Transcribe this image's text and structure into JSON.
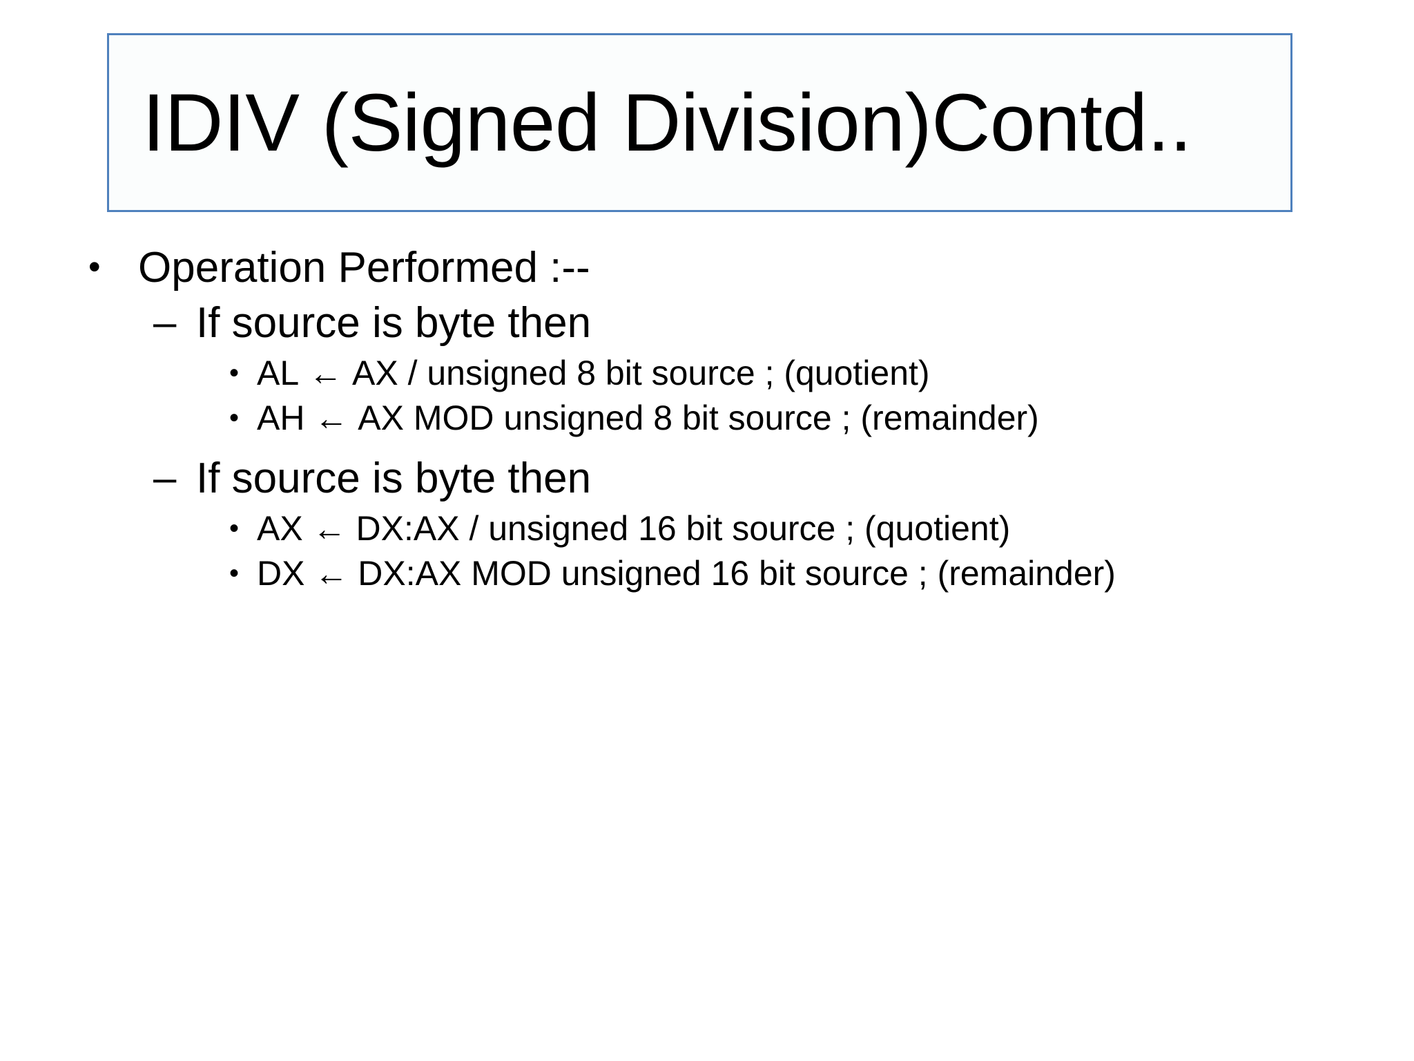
{
  "slide": {
    "title": "IDIV (Signed Division)Contd..",
    "title_border_color": "#4f81bd",
    "title_fill_color": "#fbfdfd",
    "background_color": "#ffffff",
    "text_color": "#000000"
  },
  "bullets": {
    "level1": {
      "marker": "•",
      "text": "Operation Performed :--"
    },
    "section1": {
      "marker": "–",
      "text": "If source is byte then",
      "items": [
        {
          "marker": "•",
          "pre": "AL",
          "arrow": "←",
          "post": "AX / unsigned 8 bit source ; (quotient)",
          "full": "AL ← AX / unsigned 8 bit source ; (quotient)"
        },
        {
          "marker": "•",
          "pre": "AH",
          "arrow": "←",
          "post": "AX MOD unsigned 8 bit source  ; (remainder)",
          "full": "AH ← AX MOD unsigned 8 bit source  ; (remainder)"
        }
      ]
    },
    "section2": {
      "marker": "–",
      "text": "If source is byte then",
      "items": [
        {
          "marker": "•",
          "pre": "AX",
          "arrow": "←",
          "post": "DX:AX / unsigned 16 bit source ; (quotient)",
          "full": "AX ← DX:AX / unsigned 16 bit source ; (quotient)"
        },
        {
          "marker": "•",
          "pre": "DX",
          "arrow": "←",
          "post": "DX:AX MOD unsigned 16 bit source  ; (remainder)",
          "full": "DX ← DX:AX MOD unsigned 16 bit source  ; (remainder)"
        }
      ]
    }
  }
}
